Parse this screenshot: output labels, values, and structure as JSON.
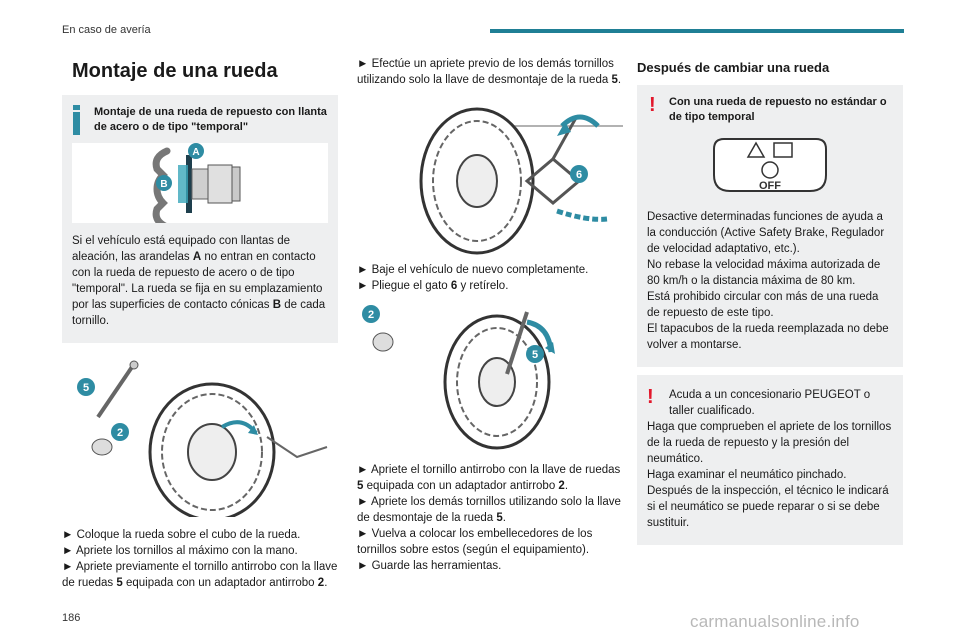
{
  "header": {
    "section": "En caso de avería",
    "accent_color": "#1f7f95"
  },
  "page_number": "186",
  "watermark": "carmanualsonline.info",
  "col1": {
    "title": "Montaje de una rueda",
    "info_box": {
      "title": "Montaje de una rueda de repuesto con llanta de acero o de tipo \"temporal\"",
      "label_a": "A",
      "label_b": "B",
      "p1": "Si el vehículo está equipado con llantas de aleación, las arandelas ",
      "p1_a": "A",
      "p2": " no entran en contacto con la rueda de repuesto de acero o de tipo \"temporal\". La rueda se fija en su emplazamiento por las superficies de contacto cónicas ",
      "p2_b": "B",
      "p3": " de cada tornillo."
    },
    "fig_labels": [
      "5",
      "2"
    ],
    "steps": [
      "► Coloque la rueda sobre el cubo de la rueda.",
      "► Apriete los tornillos al máximo con la mano.",
      "► Apriete previamente el tornillo antirrobo con la llave de ruedas "
    ],
    "step3_b1": "5",
    "step3_mid": " equipada con un adaptador antirrobo ",
    "step3_b2": "2",
    "step3_end": "."
  },
  "col2": {
    "s1_text": "► Efectúe un apriete previo de los demás tornillos utilizando solo la llave de desmontaje de la rueda ",
    "s1_b": "5",
    "s1_end": ".",
    "fig1_label": "6",
    "s2": "► Baje el vehículo de nuevo completamente.",
    "s3_text": "► Pliegue el gato ",
    "s3_b": "6",
    "s3_end": " y retírelo.",
    "fig2_labels": [
      "2",
      "5"
    ],
    "s4_text": "► Apriete el tornillo antirrobo con la llave de ruedas ",
    "s4_b1": "5",
    "s4_mid": " equipada con un adaptador antirrobo ",
    "s4_b2": "2",
    "s4_end": ".",
    "s5_text": "► Apriete los demás tornillos utilizando solo la llave de desmontaje de la rueda ",
    "s5_b": "5",
    "s5_end": ".",
    "s6": "► Vuelva a colocar los embellecedores de los tornillos sobre estos (según el equipamiento).",
    "s7": "► Guarde las herramientas."
  },
  "col3": {
    "title": "Después de cambiar una rueda",
    "warn_box1": {
      "title": "Con una rueda de repuesto no estándar o de tipo temporal",
      "panel_off": "OFF",
      "text": [
        "Desactive determinadas funciones de ayuda a la conducción (Active Safety Brake, Regulador de velocidad adaptativo, etc.).",
        "No rebase la velocidad máxima autorizada de 80 km/h o la distancia máxima de 80 km.",
        "Está prohibido circular con más de una rueda de repuesto de este tipo.",
        "El tapacubos de la rueda reemplazada no debe volver a montarse."
      ]
    },
    "warn_box2": {
      "text": [
        "Acuda a un concesionario PEUGEOT o taller cualificado.",
        "Haga que comprueben el apriete de los tornillos de la rueda de repuesto y la presión del neumático.",
        "Haga examinar el neumático pinchado.",
        "Después de la inspección, el técnico le indicará si el neumático se puede reparar o si se debe sustituir."
      ]
    }
  }
}
